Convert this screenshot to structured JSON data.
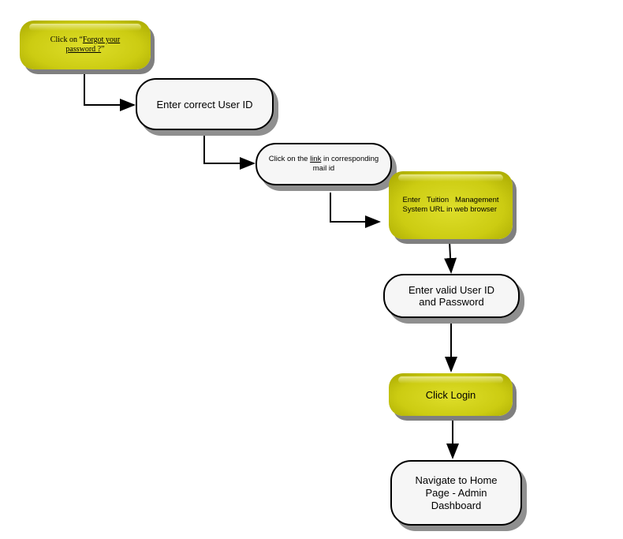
{
  "diagram": {
    "steps": {
      "forgot_prefix": "Click on “",
      "forgot_link": "Forgot your password ?",
      "forgot_suffix": "”",
      "enter_user_id": "Enter correct User ID",
      "click_link_prefix": "Click on the ",
      "click_link_word": "link",
      "click_link_suffix": " in corresponding mail id",
      "enter_url": "Enter Tuition Management System URL in web browser",
      "enter_credentials": "Enter valid User ID and Password",
      "click_login": "Click Login",
      "navigate_home": "Navigate to Home Page - Admin Dashboard"
    },
    "colors": {
      "accent_olive": "#cccc12",
      "node_fill": "#f6f6f6",
      "shadow": "#8f8f8f",
      "stroke": "#000000"
    }
  }
}
